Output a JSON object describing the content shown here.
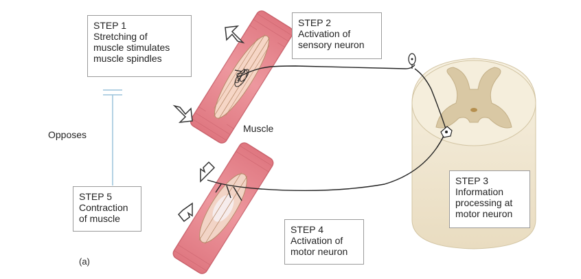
{
  "steps": [
    {
      "heading": "STEP 1",
      "lines": [
        "Stretching of",
        "muscle stimulates",
        "muscle spindles"
      ]
    },
    {
      "heading": "STEP 2",
      "lines": [
        "Activation of",
        "sensory neuron"
      ]
    },
    {
      "heading": "STEP 3",
      "lines": [
        "Information",
        "processing at",
        "motor neuron"
      ]
    },
    {
      "heading": "STEP 4",
      "lines": [
        "Activation of",
        "motor neuron"
      ]
    },
    {
      "heading": "STEP 5",
      "lines": [
        "Contraction",
        "of muscle"
      ]
    }
  ],
  "labels": {
    "muscle": "Muscle",
    "opposes": "Opposes",
    "panel": "(a)"
  },
  "colors": {
    "muscle_outer": "#e8808a",
    "muscle_inner": "#d96a72",
    "muscle_fiber": "#b88a6a",
    "spinal_cord_outer": "#f3ead6",
    "gray_matter": "#d9c8a4",
    "box_border": "#9a9a9a",
    "opposes_line": "#9cc3dc",
    "nerve": "#222222"
  },
  "icons": [
    "stretch-arrow-icon",
    "contraction-arrow-icon",
    "inhibition-bar-icon"
  ]
}
